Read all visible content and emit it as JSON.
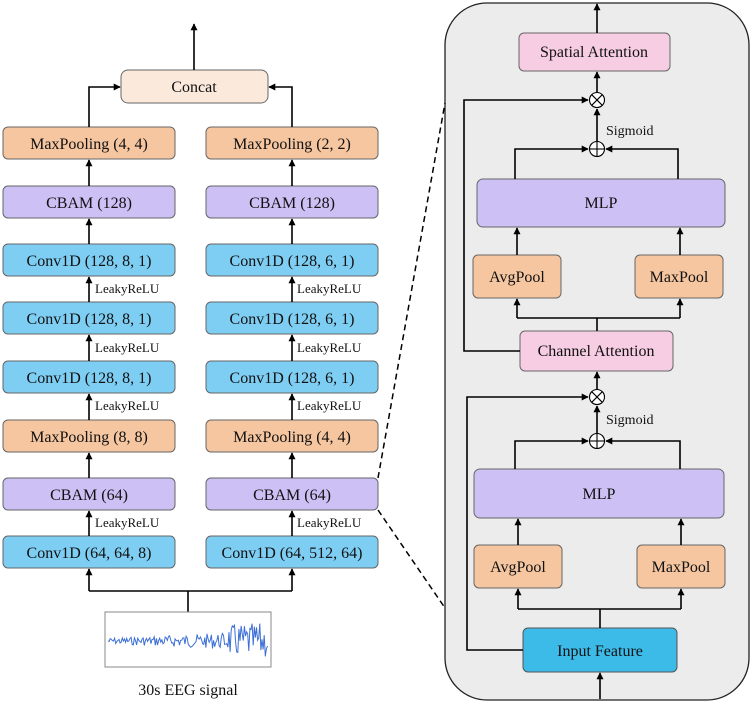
{
  "colors": {
    "conv": "#7ecef4",
    "cbam": "#ccc0f5",
    "pool": "#f5c6a0",
    "concat": "#fbe9dc",
    "attention": "#f7cde4",
    "input": "#3cbbe8",
    "panel": "#ececec",
    "signal": "#3d6fd6"
  },
  "left_branch": {
    "pool_top": "MaxPooling (4, 4)",
    "cbam_top": "CBAM (128)",
    "conv3": "Conv1D (128, 8, 1)",
    "conv2": "Conv1D (128, 8, 1)",
    "conv1": "Conv1D (128, 8, 1)",
    "pool_mid": "MaxPooling (8, 8)",
    "cbam_bottom": "CBAM (64)",
    "conv0": "Conv1D (64, 64, 8)"
  },
  "right_branch": {
    "pool_top": "MaxPooling (2, 2)",
    "cbam_top": "CBAM (128)",
    "conv3": "Conv1D (128, 6, 1)",
    "conv2": "Conv1D (128, 6, 1)",
    "conv1": "Conv1D (128, 6, 1)",
    "pool_mid": "MaxPooling (4, 4)",
    "cbam_bottom": "CBAM (64)",
    "conv0": "Conv1D (64, 512, 64)"
  },
  "concat_label": "Concat",
  "activation_label": "LeakyReLU",
  "input_caption": "30s EEG signal",
  "cbam_detail": {
    "spatial_attention": "Spatial Attention",
    "sigmoid_top": "Sigmoid",
    "mlp_top": "MLP",
    "avgpool_top": "AvgPool",
    "maxpool_top": "MaxPool",
    "channel_attention": "Channel Attention",
    "sigmoid_bottom": "Sigmoid",
    "mlp_bottom": "MLP",
    "avgpool_bottom": "AvgPool",
    "maxpool_bottom": "MaxPool",
    "input_feature": "Input Feature"
  }
}
